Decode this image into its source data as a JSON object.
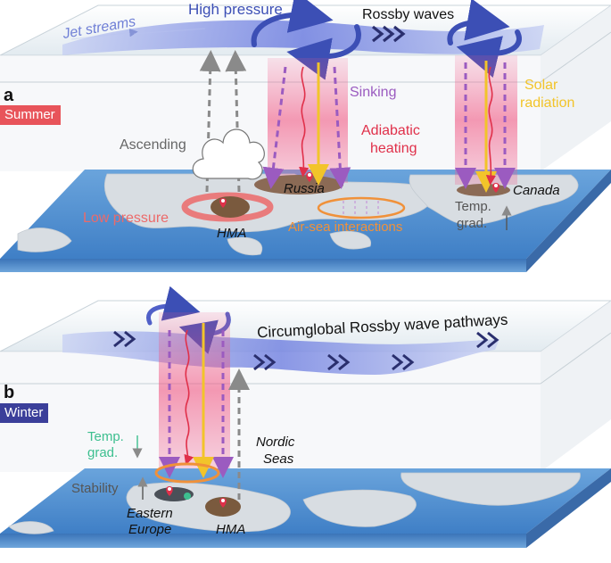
{
  "panel_a": {
    "letter": "a",
    "season": "Summer",
    "labels": {
      "jet_streams": "Jet streams",
      "high_pressure": "High pressure",
      "rossby_waves": "Rossby waves",
      "sinking": "Sinking",
      "solar_radiation_1": "Solar",
      "solar_radiation_2": "radiation",
      "adiabatic_1": "Adiabatic",
      "adiabatic_2": "heating",
      "ascending": "Ascending",
      "russia": "Russia",
      "canada": "Canada",
      "low_pressure": "Low pressure",
      "hma": "HMA",
      "air_sea": "Air-sea interactions",
      "temp_grad_1": "Temp.",
      "temp_grad_2": "grad."
    }
  },
  "panel_b": {
    "letter": "b",
    "season": "Winter",
    "labels": {
      "pathways": "Circumglobal Rossby wave pathways",
      "temp_grad_1": "Temp.",
      "temp_grad_2": "grad.",
      "stability": "Stability",
      "nordic_1": "Nordic",
      "nordic_2": "Seas",
      "eastern_1": "Eastern",
      "eastern_2": "Europe",
      "hma": "HMA"
    }
  },
  "colors": {
    "summer_badge": "#e8545a",
    "winter_badge": "#3b3f9a",
    "jet_blue": "#5a6fd6",
    "high_pressure_text": "#3c4fb5",
    "sinking_purple": "#9b5bc0",
    "solar_yellow": "#f2d23a",
    "adiabatic_red": "#e0304a",
    "low_pressure_red": "#ec6a6a",
    "air_sea_orange": "#f0913a",
    "temp_grad_green": "#3dbf8f",
    "ocean": "#4f8fd0"
  }
}
